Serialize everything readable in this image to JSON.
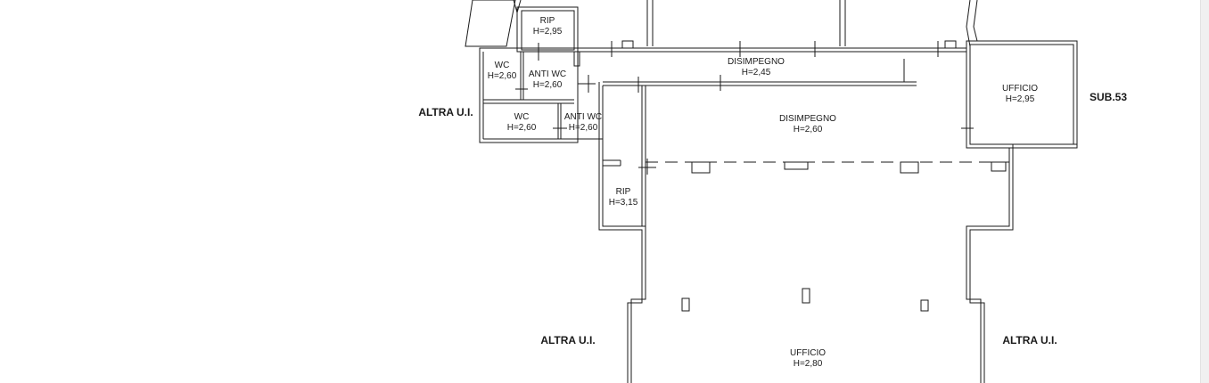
{
  "rooms": {
    "rip_top": {
      "name": "RIP",
      "height": "H=2,95"
    },
    "wc_left": {
      "name": "WC",
      "height": "H=2,60"
    },
    "anti_wc_top": {
      "name": "ANTI WC",
      "height": "H=2,60"
    },
    "wc_bottom": {
      "name": "WC",
      "height": "H=2,60"
    },
    "anti_wc_bottom": {
      "name": "ANTI WC",
      "height": "H=2,60"
    },
    "disimpegno_top": {
      "name": "DISIMPEGNO",
      "height": "H=2,45"
    },
    "disimpegno_mid": {
      "name": "DISIMPEGNO",
      "height": "H=2,60"
    },
    "ufficio_right": {
      "name": "UFFICIO",
      "height": "H=2,95"
    },
    "rip_mid": {
      "name": "RIP",
      "height": "H=3,15"
    },
    "ufficio_main": {
      "name": "UFFICIO",
      "height": "H=2,80"
    }
  },
  "external_labels": {
    "altra_left_top": "ALTRA U.I.",
    "sub": "SUB.53",
    "altra_bottom_left": "ALTRA U.I.",
    "altra_bottom_right": "ALTRA U.I."
  }
}
